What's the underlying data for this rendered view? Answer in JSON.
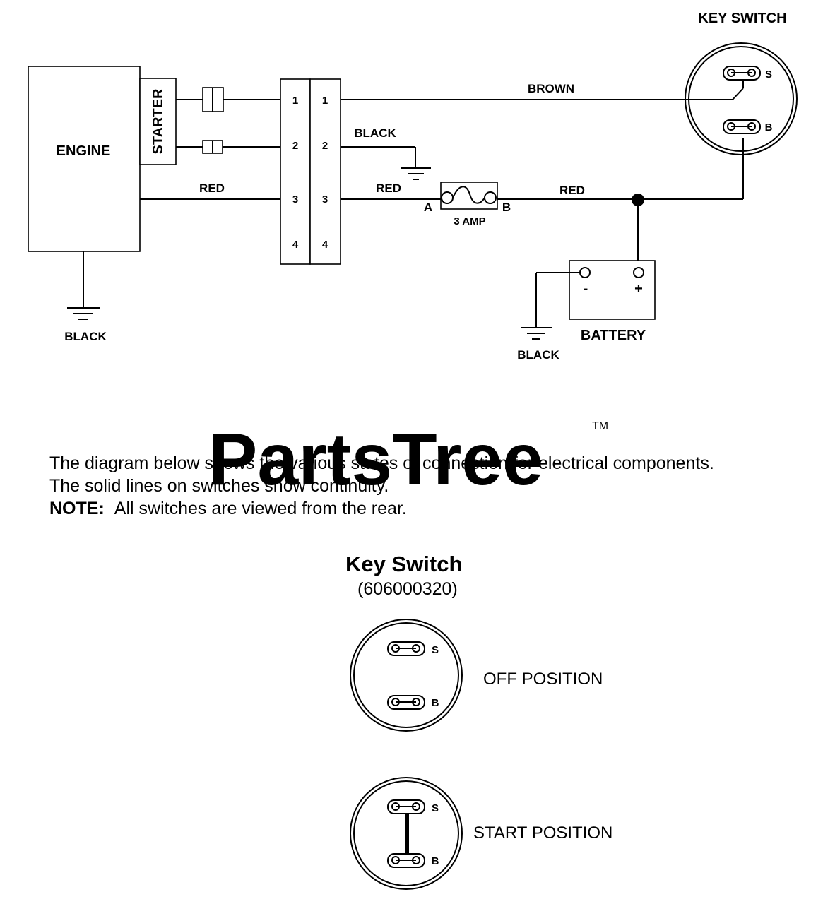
{
  "watermark": {
    "text": "PartsTree",
    "trademark": "TM"
  },
  "schematic": {
    "engine_label": "ENGINE",
    "starter_label": "STARTER",
    "key_switch_title": "KEY SWITCH",
    "battery_label": "BATTERY",
    "battery_neg": "-",
    "battery_pos": "+",
    "fuse_label": "3 AMP",
    "fuse_a": "A",
    "fuse_b": "B",
    "switch_s": "S",
    "switch_b": "B",
    "connector_pins": [
      "1",
      "2",
      "3",
      "4"
    ],
    "wires": {
      "brown": "BROWN",
      "black_ground_connector": "BLACK",
      "red_engine": "RED",
      "red_connector_fuse": "RED",
      "red_fuse_battery": "RED",
      "black_engine_ground": "BLACK",
      "black_battery_ground": "BLACK"
    }
  },
  "description": {
    "line1": "The diagram below shows the various states of connection for electrical components.",
    "line2": "The solid lines on switches show continuity.",
    "note_label": "NOTE:",
    "note_text": "All switches are viewed from the rear."
  },
  "key_switch": {
    "title": "Key Switch",
    "part_number": "(606000320)",
    "positions": [
      {
        "label": "OFF POSITION",
        "continuity": false
      },
      {
        "label": "START POSITION",
        "continuity": true
      }
    ]
  }
}
